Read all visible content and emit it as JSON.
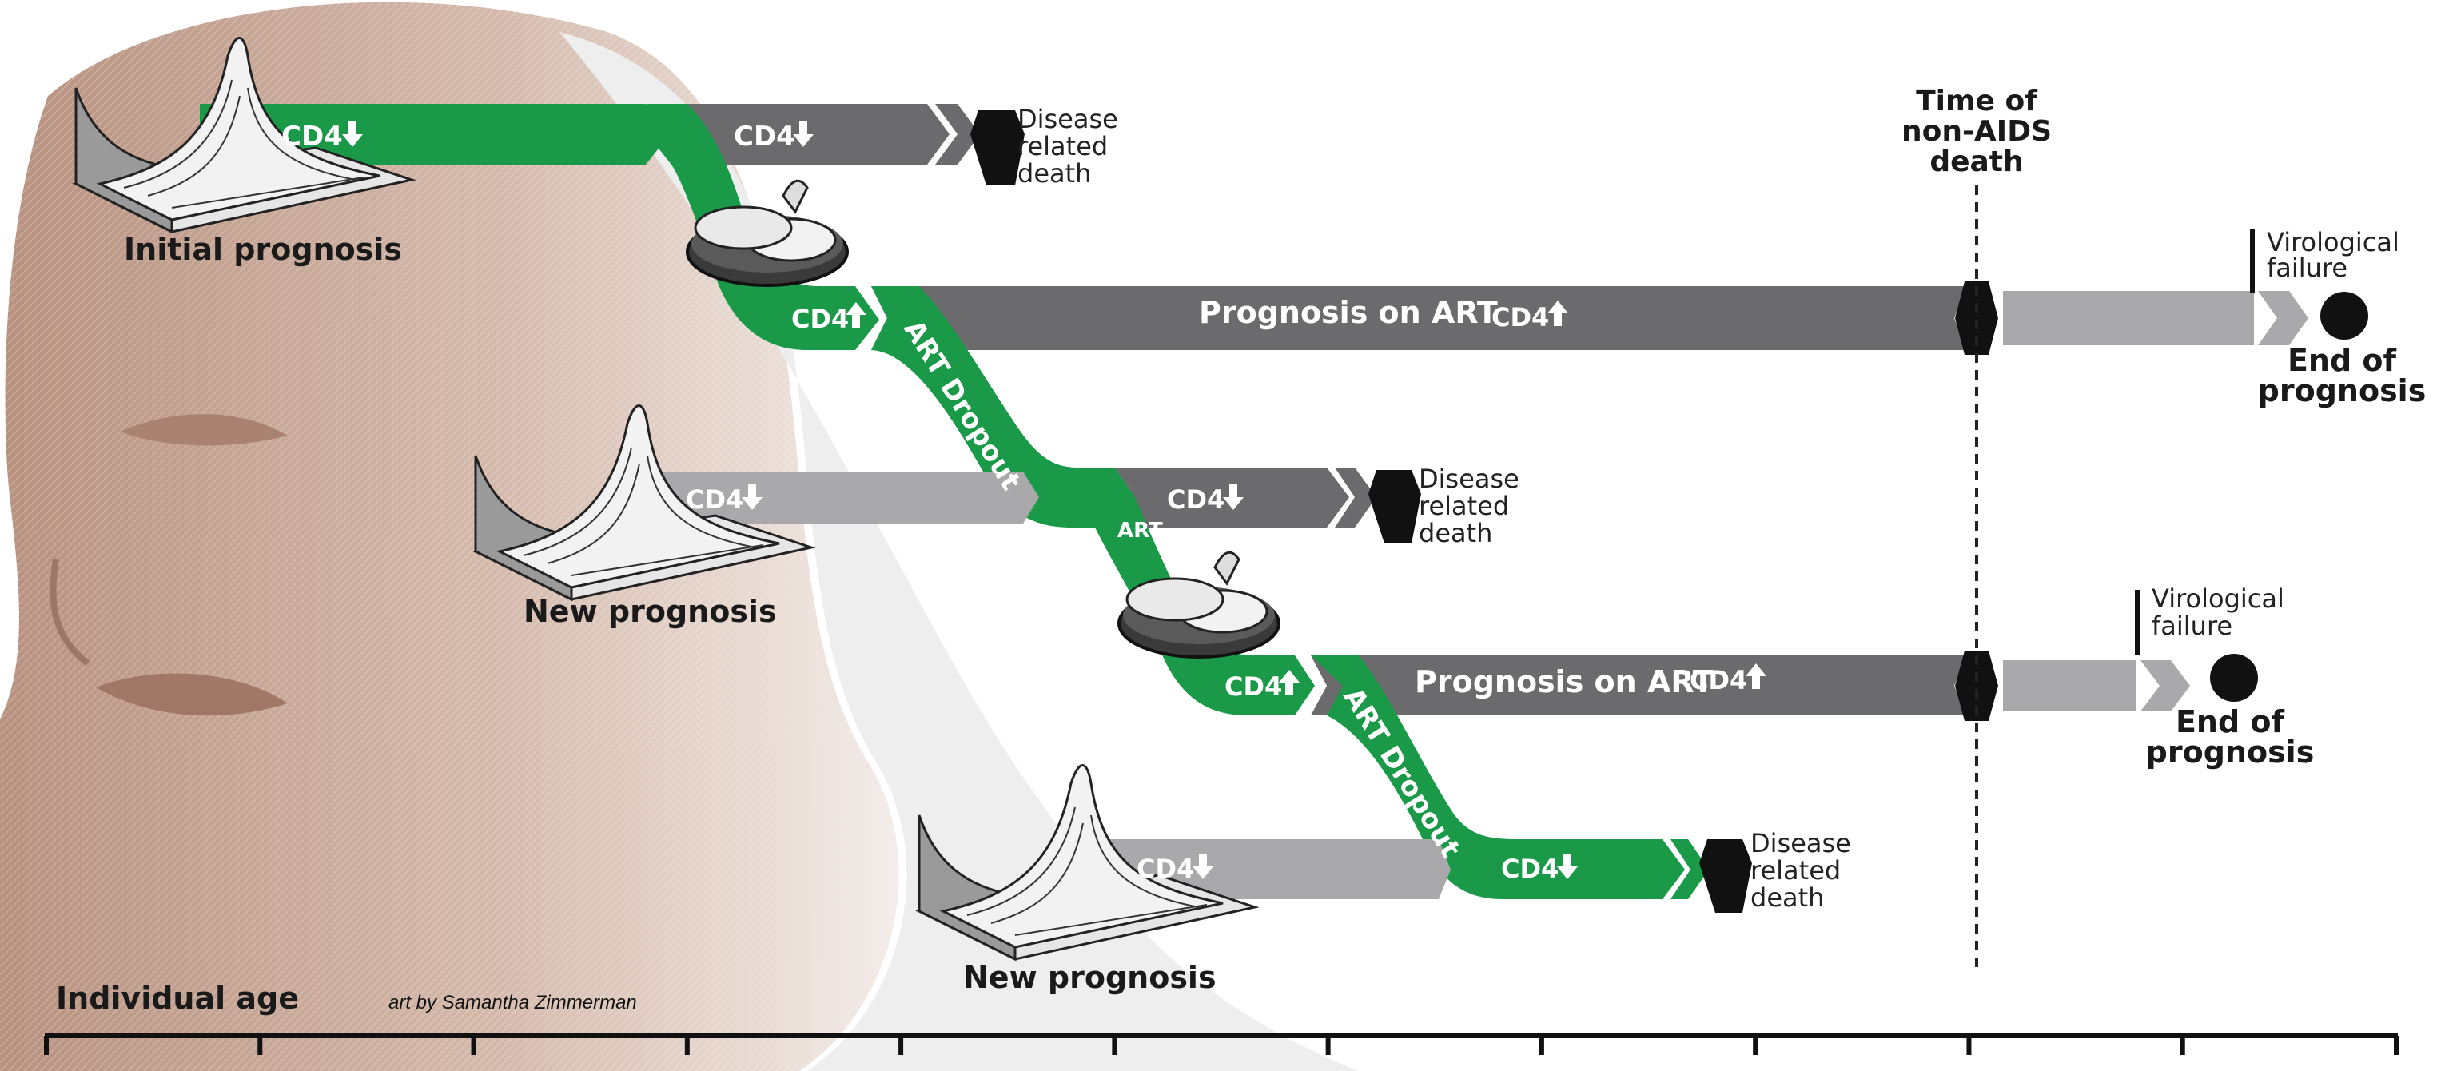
{
  "labels": {
    "initial_prognosis": "Initial prognosis",
    "new_prognosis_1": "New prognosis",
    "new_prognosis_2": "New prognosis",
    "cd4_down": "CD4",
    "cd4_up": "CD4",
    "disease_related_death": [
      "Disease",
      "related",
      "death"
    ],
    "prognosis_on_art": "Prognosis on ART",
    "art_dropout": "ART Dropout",
    "art": "ART",
    "time_of_non_aids_death": [
      "Time of",
      "non-AIDS",
      "death"
    ],
    "virological_failure": [
      "Virological",
      "failure"
    ],
    "end_of_prognosis": [
      "End of",
      "prognosis"
    ],
    "individual_age": "Individual age",
    "credit": "art by Samantha Zimmerman"
  },
  "colors": {
    "green": "#1a9a48",
    "dark_grey": "#6b6b6d",
    "light_grey": "#a9a9ab",
    "black": "#111111",
    "skin": "#c4a393"
  },
  "icons": [
    "coffin-icon",
    "pill-icon",
    "arrow-down-icon",
    "arrow-up-icon",
    "end-circle-icon",
    "density-surface-icon"
  ]
}
